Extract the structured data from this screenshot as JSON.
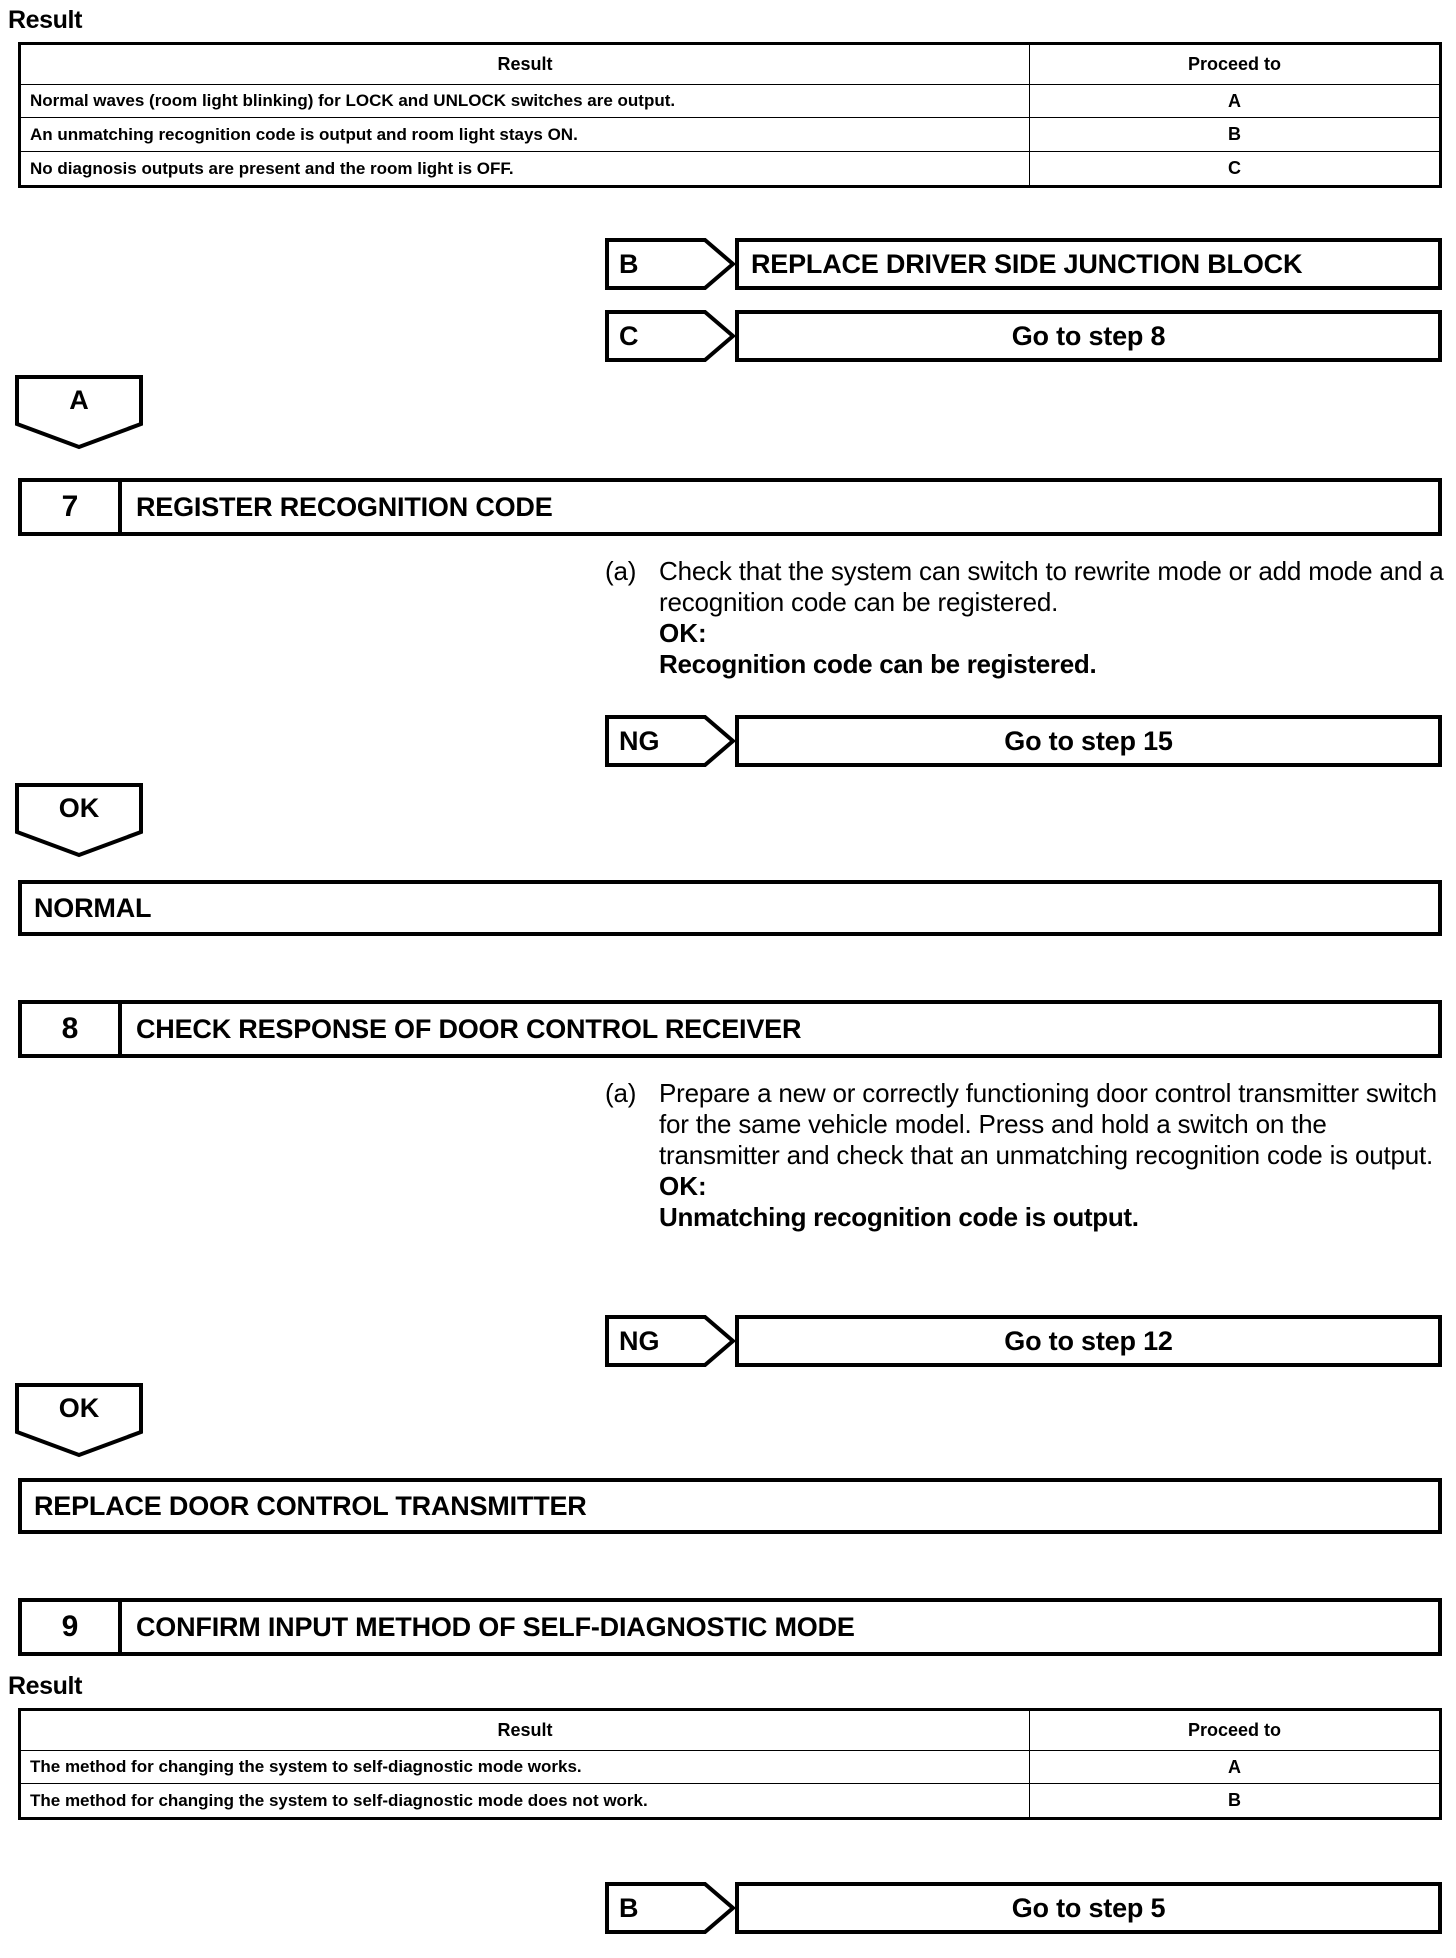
{
  "sections": {
    "result_caption": "Result",
    "table1": {
      "headers": [
        "Result",
        "Proceed to"
      ],
      "rows": [
        {
          "desc": "Normal waves (room light blinking) for LOCK and UNLOCK switches are output.",
          "proceed": "A"
        },
        {
          "desc": "An unmatching recognition code is output and room light stays ON.",
          "proceed": "B"
        },
        {
          "desc": "No diagnosis outputs are present and the room light is OFF.",
          "proceed": "C"
        }
      ]
    },
    "table2": {
      "headers": [
        "Result",
        "Proceed to"
      ],
      "rows": [
        {
          "desc": "The method for changing the system to self-diagnostic mode works.",
          "proceed": "A"
        },
        {
          "desc": "The method for changing the system to self-diagnostic mode does not work.",
          "proceed": "B"
        }
      ]
    }
  },
  "branches": {
    "b_junction": {
      "tag": "B",
      "target": "REPLACE DRIVER SIDE JUNCTION BLOCK"
    },
    "c_step8": {
      "tag": "C",
      "target": "Go to step 8"
    },
    "ng_step15": {
      "tag": "NG",
      "target": "Go to step 15"
    },
    "ng_step12": {
      "tag": "NG",
      "target": "Go to step 12"
    },
    "b_step5": {
      "tag": "B",
      "target": "Go to step 5"
    }
  },
  "connectors": {
    "a": "A",
    "ok_step7": "OK",
    "ok_step8": "OK"
  },
  "steps": {
    "step7": {
      "number": "7",
      "title": "REGISTER RECOGNITION CODE",
      "marker": "(a)",
      "text": "Check that the system can switch to rewrite mode or add mode and a recognition code can be registered.",
      "ok_label": "OK:",
      "ok_criterion": "Recognition code can be registered."
    },
    "step8": {
      "number": "8",
      "title": "CHECK RESPONSE OF DOOR CONTROL RECEIVER",
      "marker": "(a)",
      "text": "Prepare a new or correctly functioning door control transmitter switch for the same vehicle model. Press and hold a switch on the transmitter and check that an unmatching recognition code is output.",
      "ok_label": "OK:",
      "ok_criterion": "Unmatching recognition code is output."
    },
    "step9": {
      "number": "9",
      "title": "CONFIRM INPUT METHOD OF SELF-DIAGNOSTIC MODE"
    }
  },
  "terminals": {
    "normal": "NORMAL",
    "replace_transmitter": "REPLACE DOOR CONTROL TRANSMITTER"
  }
}
